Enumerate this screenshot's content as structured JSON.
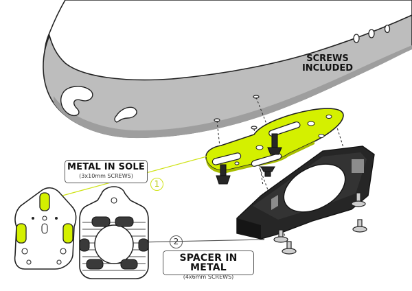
{
  "callouts": {
    "metal_in_sole": {
      "number": "1",
      "title": "METAL IN SOLE",
      "subtitle": "(3x10mm SCREWS)"
    },
    "spacer_in_metal": {
      "number": "2",
      "title": "SPACER IN METAL",
      "subtitle": "(4x6mm SCREWS)"
    }
  },
  "screws_label": {
    "line1": "SCREWS",
    "line2": "INCLUDED"
  },
  "colors": {
    "accent_lime": "#d4f000",
    "spacer_dark": "#262626",
    "sole_grey": "#bcbcbc",
    "outline": "#222222",
    "plate_white": "#ffffff"
  }
}
